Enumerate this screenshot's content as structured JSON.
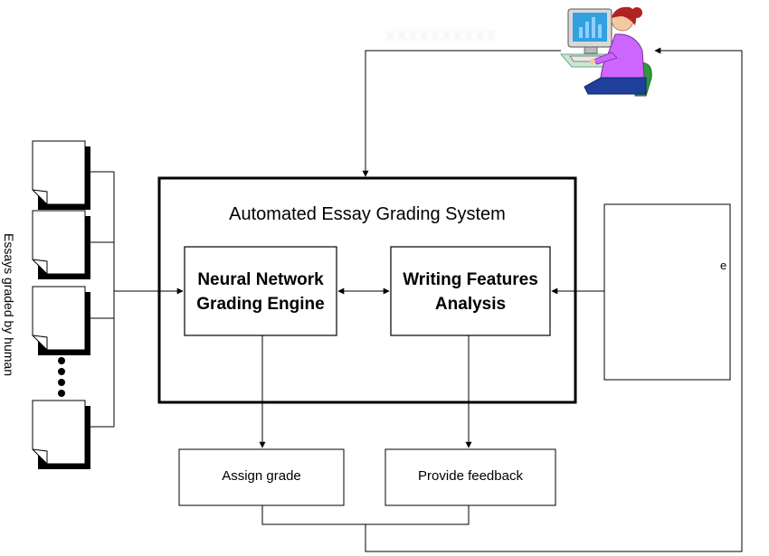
{
  "diagram": {
    "system_title": "Automated Essay Grading System",
    "engine_line1": "Neural Network",
    "engine_line2": "Grading Engine",
    "features_line1": "Writing Features",
    "features_line2": "Analysis",
    "assign_grade": "Assign grade",
    "provide_feedback": "Provide feedback",
    "essays_label": "Essays graded  by human",
    "obscured_top": "XXXXXXXXXX",
    "obscured_right_char": "e"
  },
  "icons": {
    "user": "person-at-computer-icon",
    "documents": "document-icon"
  },
  "colors": {
    "stroke": "#000000",
    "shirt": "#cc66ff",
    "hair": "#b22222",
    "monitor": "#33a0e0",
    "chair": "#2e9a3a"
  }
}
